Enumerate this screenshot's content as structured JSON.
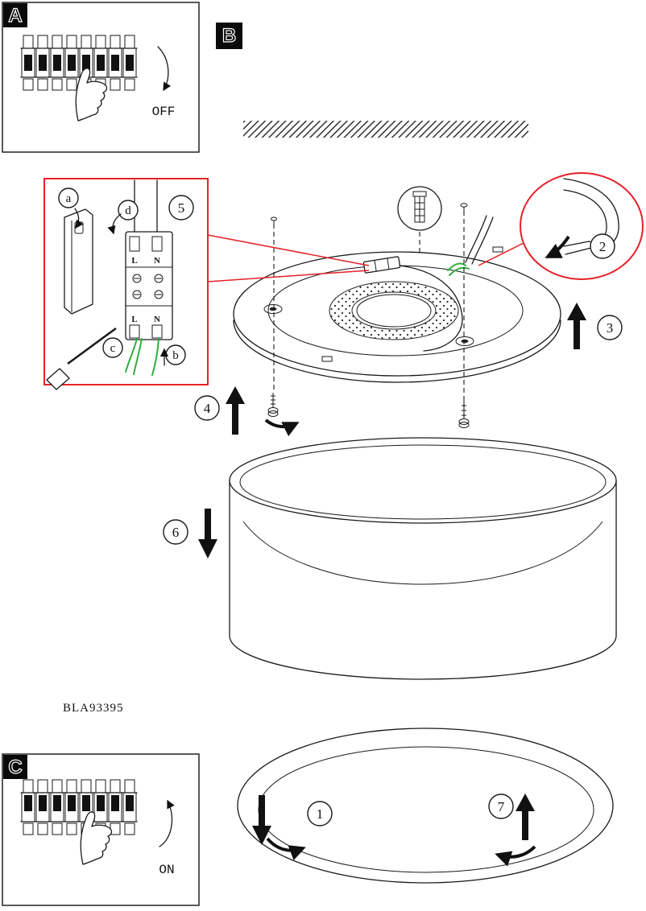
{
  "product_code": "BLA93395",
  "panels": {
    "a": {
      "badge": "A",
      "state_label": "OFF"
    },
    "b": {
      "badge": "B"
    },
    "c": {
      "badge": "C",
      "state_label": "ON"
    }
  },
  "steps": {
    "1": "1",
    "2": "2",
    "3": "3",
    "4": "4",
    "5": "5",
    "6": "6",
    "7": "7"
  },
  "callouts": {
    "a": "a",
    "b": "b",
    "c": "c",
    "d": "d"
  },
  "terminal_labels": {
    "top_l": "L",
    "top_n": "N",
    "bottom_l": "L",
    "bottom_n": "N"
  },
  "colors": {
    "highlight_red": "#e62128",
    "earth_wire_green": "#2fae3e",
    "ink": "#1a1a1a",
    "paper": "#ffffff"
  }
}
